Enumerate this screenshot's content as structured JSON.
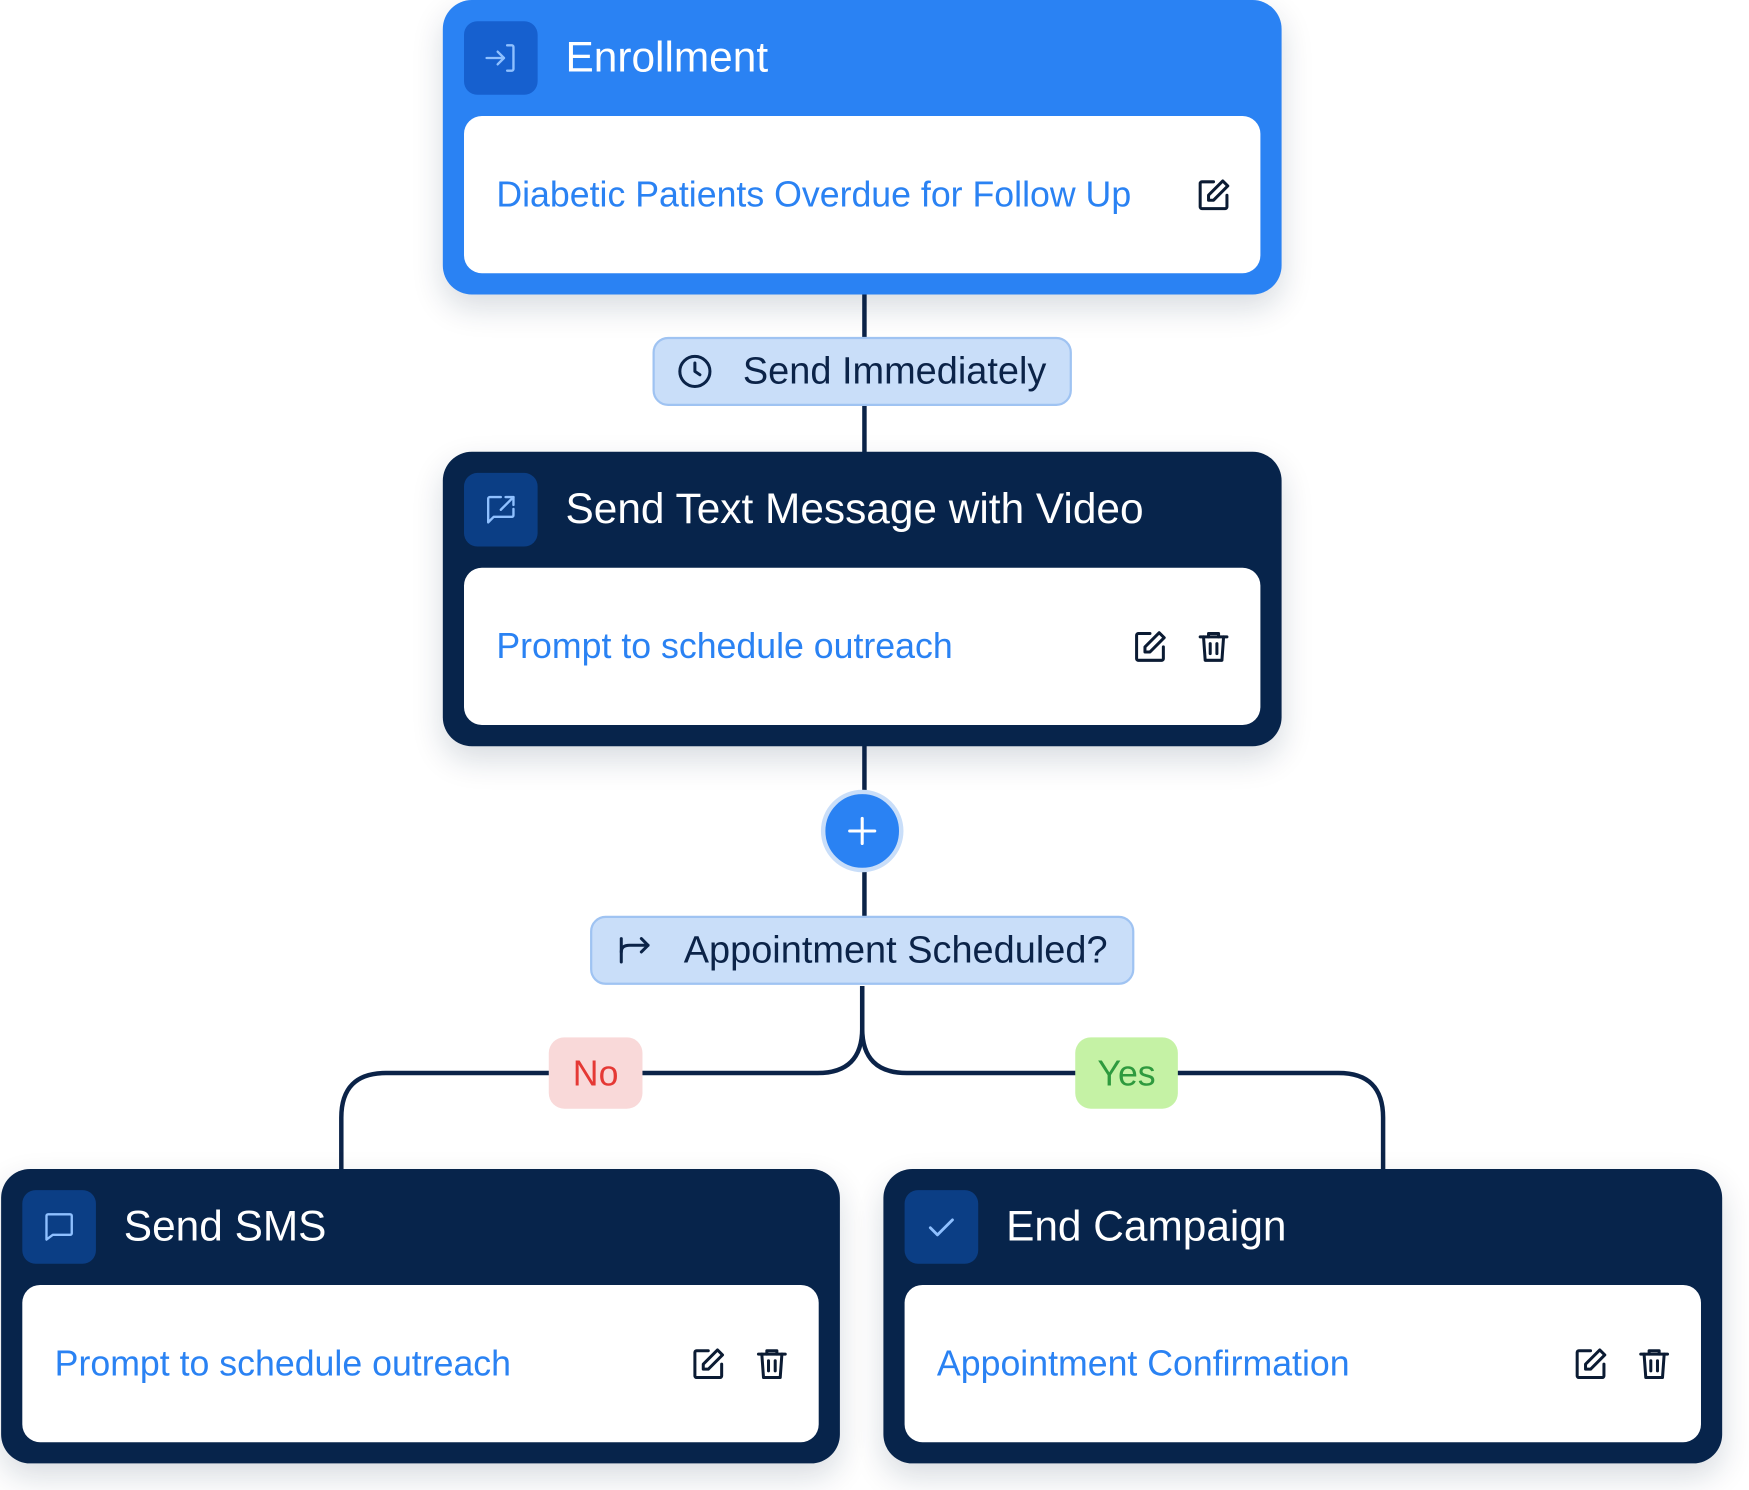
{
  "colors": {
    "accent": "#2a82f3",
    "navy": "#07244b",
    "pill_bg": "#c9def9",
    "no_bg": "#f9d9d9",
    "no_text": "#e53935",
    "yes_bg": "#c5f2a5",
    "yes_text": "#2e9a3e"
  },
  "enrollment": {
    "title": "Enrollment",
    "icon": "enter-icon",
    "text": "Diabetic Patients Overdue for Follow Up"
  },
  "timing": {
    "icon": "clock-icon",
    "label": "Send Immediately"
  },
  "video_step": {
    "title": "Send Text Message with Video",
    "icon": "share-message-icon",
    "text": "Prompt to schedule outreach"
  },
  "add_step": {
    "icon": "plus-icon"
  },
  "condition": {
    "icon": "branch-icon",
    "label": "Appointment Scheduled?",
    "no_label": "No",
    "yes_label": "Yes"
  },
  "sms_step": {
    "title": "Send SMS",
    "icon": "message-icon",
    "text": "Prompt to schedule outreach"
  },
  "end_step": {
    "title": "End Campaign",
    "icon": "check-icon",
    "text": "Appointment Confirmation"
  }
}
